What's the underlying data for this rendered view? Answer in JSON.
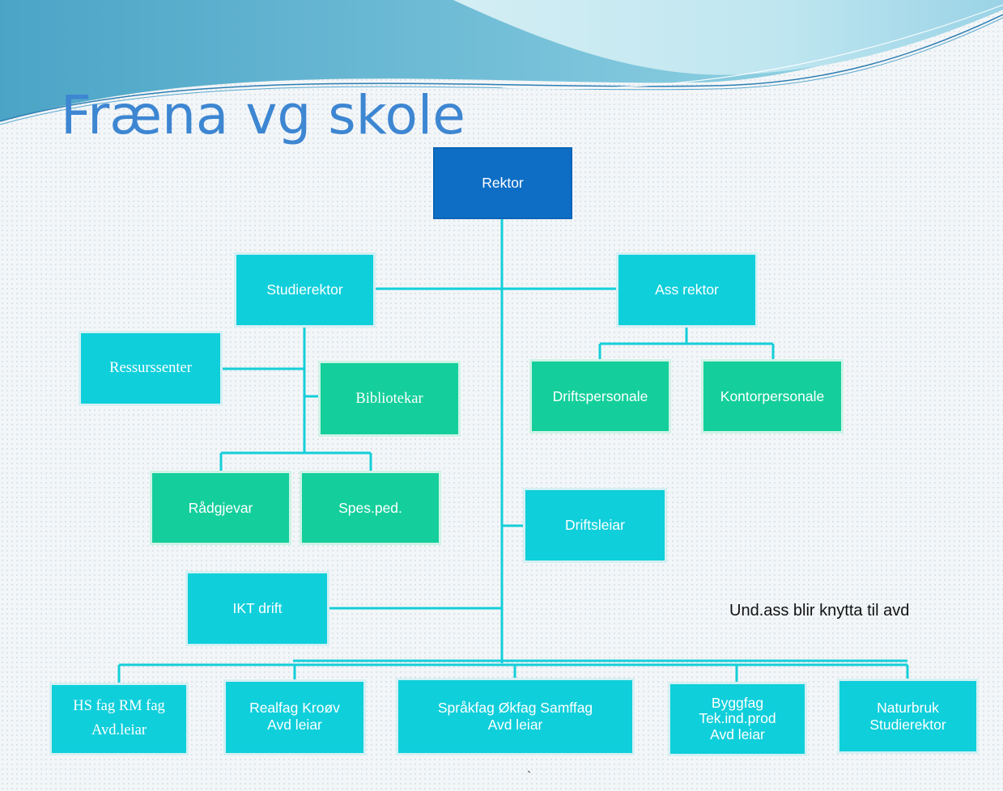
{
  "title": "Fræna vg skole",
  "nodes": {
    "rektor": "Rektor",
    "studierektor": "Studierektor",
    "ass_rektor": "Ass rektor",
    "ressurssenter": "Ressurssenter",
    "bibliotekar": "Bibliotekar",
    "driftspersonale": "Driftspersonale",
    "kontorpersonale": "Kontorpersonale",
    "radgjevar": "Rådgjevar",
    "spesped": "Spes.ped.",
    "driftsleiar": "Driftsleiar",
    "ikt_drift": "IKT drift",
    "hs_fag": {
      "line1": "HS fag RM fag",
      "line2": "Avd.leiar"
    },
    "realfag": {
      "line1": "Realfag  Kroøv",
      "line2": "Avd leiar"
    },
    "sprakfag": {
      "line1": "Språkfag  Økfag Samffag",
      "line2": "Avd leiar"
    },
    "byggfag": {
      "line1": "Byggfag",
      "line2": "Tek.ind.prod",
      "line3": "Avd leiar"
    },
    "naturbruk": {
      "line1": "Naturbruk",
      "line2": "Studierektor"
    }
  },
  "note": "Und.ass blir knytta til avd",
  "stray_mark": "`",
  "colors": {
    "title": "#3d86d2",
    "line": "#14cfd9",
    "cyan_box": "#0fcfdb",
    "green_box": "#14cf9b",
    "dark_box": "#0e6ec6"
  }
}
